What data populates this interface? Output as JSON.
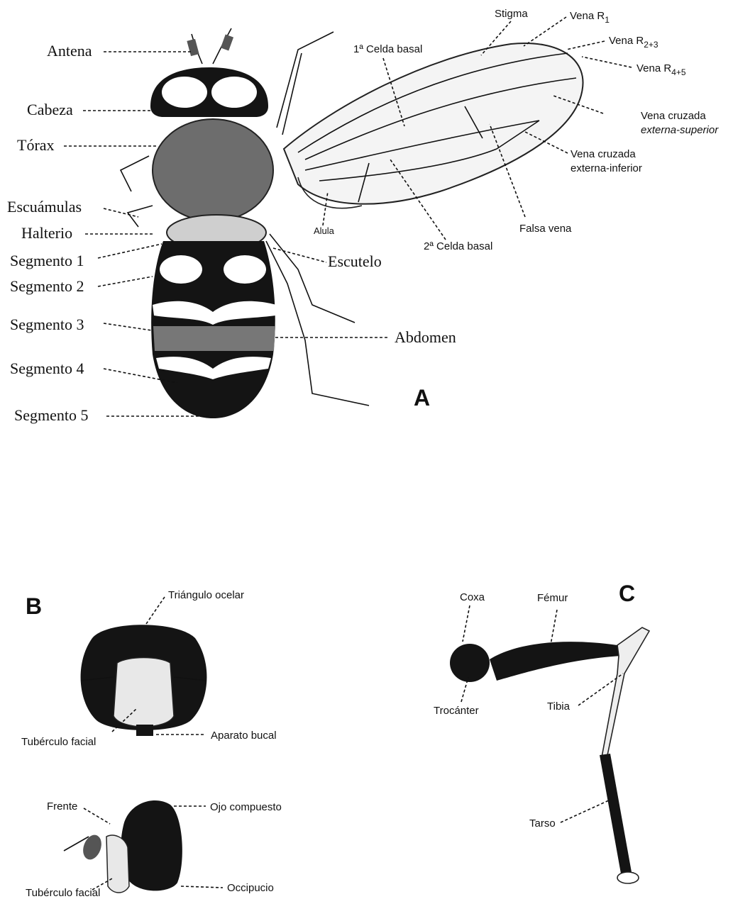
{
  "panels": {
    "a": {
      "letter": "A",
      "labels": {
        "antena": "Antena",
        "cabeza": "Cabeza",
        "torax": "Tórax",
        "escuamulas": "Escuámulas",
        "halterio": "Halterio",
        "segmento1": "Segmento 1",
        "segmento2": "Segmento 2",
        "segmento3": "Segmento 3",
        "segmento4": "Segmento 4",
        "segmento5": "Segmento 5",
        "escutelo": "Escutelo",
        "abdomen": "Abdomen",
        "stigma": "Stigma",
        "vena_r1": "Vena R",
        "vena_r1_sub": "1",
        "vena_r23": "Vena R",
        "vena_r23_sub": "2+3",
        "vena_r45": "Vena R",
        "vena_r45_sub": "4+5",
        "celda_basal_1": "1ª Celda basal",
        "vena_cruzada_sup_1": "Vena cruzada",
        "vena_cruzada_sup_2": "externa-superior",
        "vena_cruzada_inf_1": "Vena cruzada",
        "vena_cruzada_inf_2": "externa-inferior",
        "alula": "Alula",
        "falsa_vena": "Falsa vena",
        "celda_basal_2": "2ª Celda basal"
      }
    },
    "b": {
      "letter": "B",
      "labels": {
        "triangulo_ocelar": "Triángulo ocelar",
        "tuberculo_facial_front": "Tubérculo facial",
        "aparato_bucal": "Aparato bucal",
        "frente": "Frente",
        "ojo_compuesto": "Ojo compuesto",
        "tuberculo_facial_side": "Tubérculo facial",
        "occipucio": "Occipucio"
      }
    },
    "c": {
      "letter": "C",
      "labels": {
        "coxa": "Coxa",
        "femur": "Fémur",
        "trocanter": "Trocánter",
        "tibia": "Tibia",
        "tarso": "Tarso"
      }
    }
  }
}
